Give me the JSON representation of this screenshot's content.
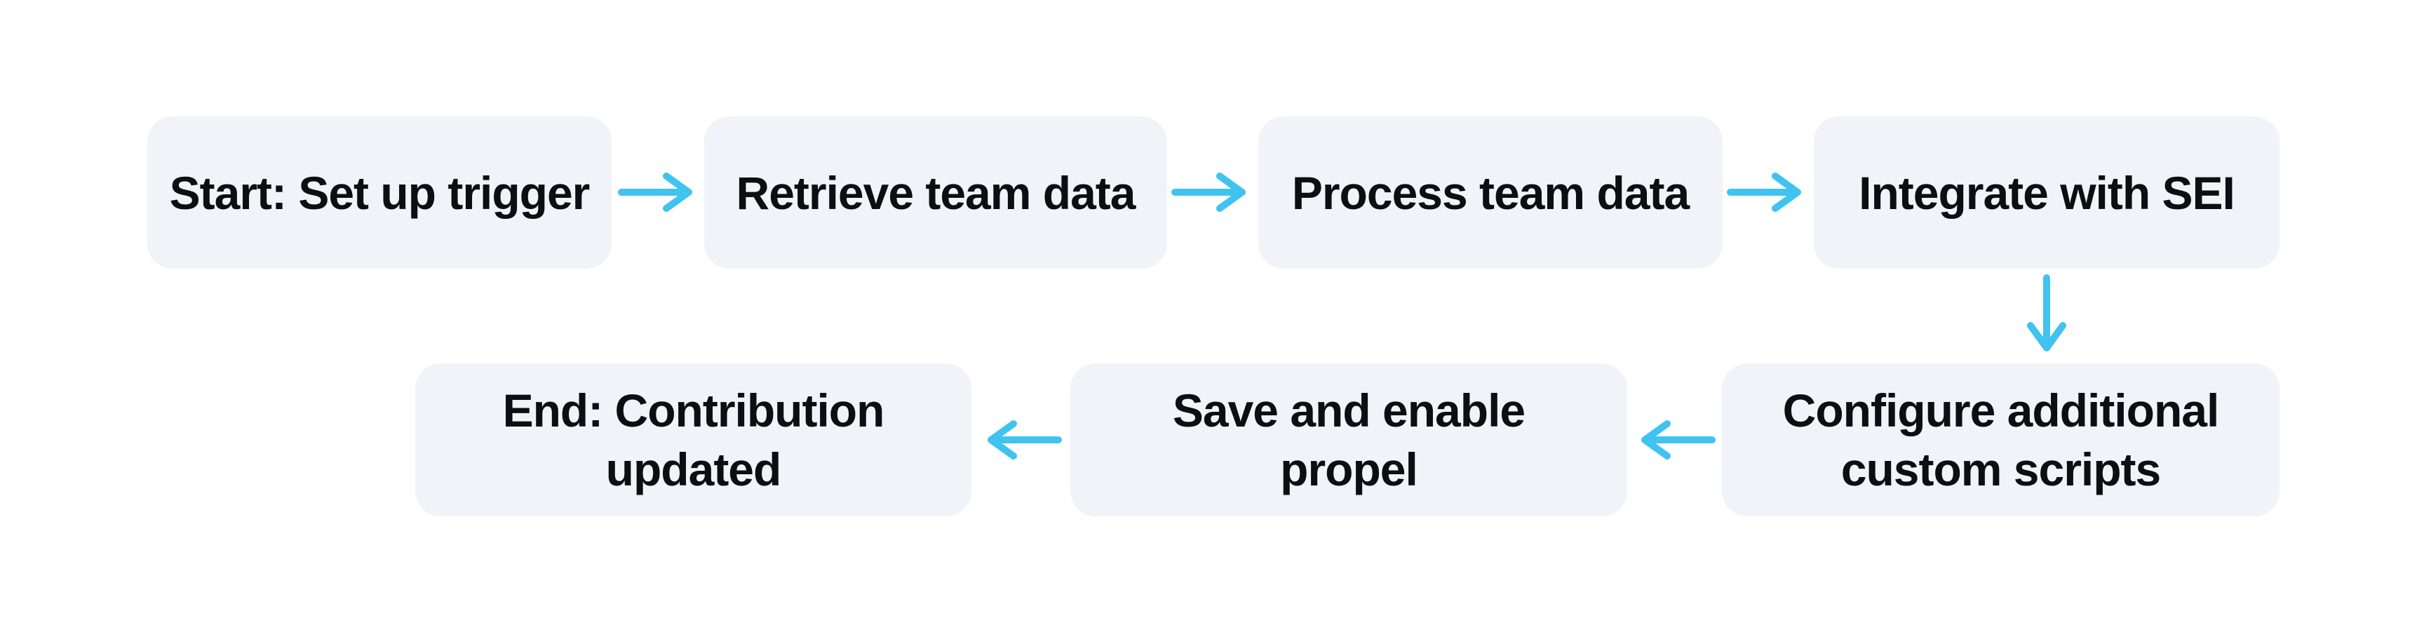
{
  "colors": {
    "background": "#ffffff",
    "node-bg": "#f2f3f8",
    "node-text": "#0c0e12",
    "arrow": "#40c3f0"
  },
  "flowchart": {
    "nodes": [
      {
        "id": "start",
        "label": "Start: Set up trigger"
      },
      {
        "id": "retrieve-team-data",
        "label": "Retrieve team data"
      },
      {
        "id": "process-team-data",
        "label": "Process team data"
      },
      {
        "id": "integrate-with-sei",
        "label": "Integrate with SEI"
      },
      {
        "id": "configure-custom-scripts",
        "label": "Configure additional custom scripts"
      },
      {
        "id": "save-and-enable-propel",
        "label": "Save and enable propel"
      },
      {
        "id": "end",
        "label": "End: Contribution updated"
      }
    ],
    "edges": [
      {
        "from": "start",
        "to": "retrieve-team-data",
        "direction": "right"
      },
      {
        "from": "retrieve-team-data",
        "to": "process-team-data",
        "direction": "right"
      },
      {
        "from": "process-team-data",
        "to": "integrate-with-sei",
        "direction": "right"
      },
      {
        "from": "integrate-with-sei",
        "to": "configure-custom-scripts",
        "direction": "down"
      },
      {
        "from": "configure-custom-scripts",
        "to": "save-and-enable-propel",
        "direction": "left"
      },
      {
        "from": "save-and-enable-propel",
        "to": "end",
        "direction": "left"
      }
    ]
  }
}
